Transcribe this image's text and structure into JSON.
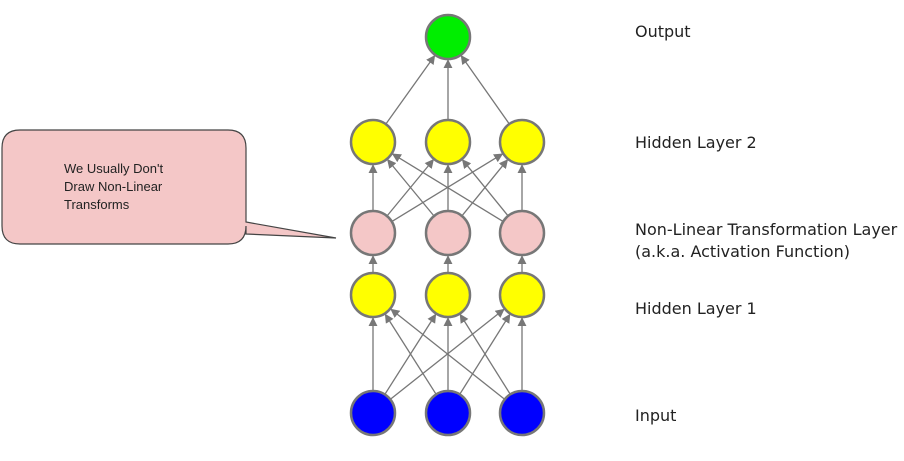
{
  "labels": {
    "output": "Output",
    "hidden2": "Hidden Layer 2",
    "nonlinear_line1": "Non-Linear Transformation Layer",
    "nonlinear_line2": "(a.k.a. Activation Function)",
    "hidden1": "Hidden Layer 1",
    "input": "Input"
  },
  "callout": {
    "lines": [
      "We Usually Don't",
      "Draw Non-Linear",
      "Transforms"
    ]
  },
  "colors": {
    "output_node": "#00ee00",
    "hidden_node": "#ffff00",
    "nonlinear_node": "#f4c7c7",
    "input_node": "#0000ff",
    "node_stroke": "#777777",
    "edge": "#777777",
    "callout_fill": "#f4c7c7",
    "callout_stroke": "#444444"
  },
  "layers": [
    {
      "name": "output",
      "count": 1
    },
    {
      "name": "hidden2",
      "count": 3
    },
    {
      "name": "nonlinear",
      "count": 3
    },
    {
      "name": "hidden1",
      "count": 3
    },
    {
      "name": "input",
      "count": 3
    }
  ]
}
